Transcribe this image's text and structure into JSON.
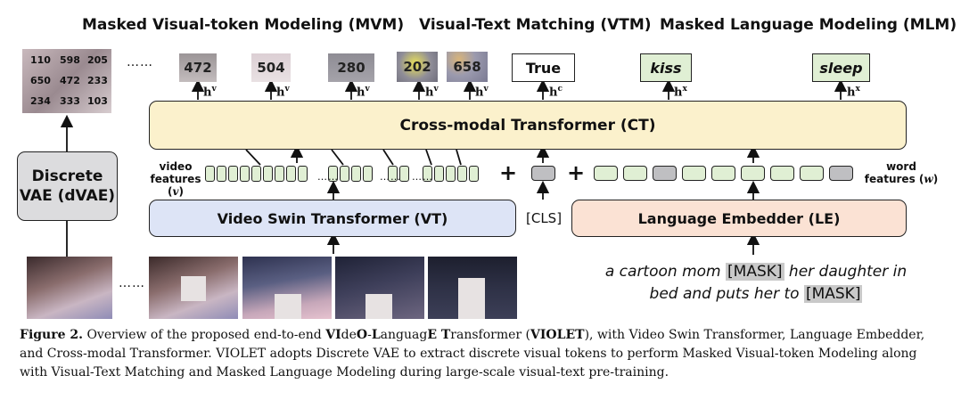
{
  "titles": {
    "mvm": "Masked Visual-token Modeling (MVM)",
    "vtm": "Visual-Text Matching (VTM)",
    "mlm": "Masked Language Modeling (MLM)"
  },
  "grid_numbers": [
    "110",
    "598",
    "205",
    "650",
    "472",
    "233",
    "234",
    "333",
    "103"
  ],
  "visual_tokens": [
    "472",
    "504",
    "280",
    "202",
    "658"
  ],
  "vtm_output": "True",
  "mlm_outputs": [
    "kiss",
    "sleep"
  ],
  "h_labels": {
    "visual": "h",
    "visual_sup": "v",
    "cls": "h",
    "cls_sup": "c",
    "word": "h",
    "word_sup": "x"
  },
  "dvae": {
    "line1": "Discrete",
    "line2": "VAE (dVAE)"
  },
  "ct_label": "Cross-modal Transformer (CT)",
  "vt_label": "Video Swin Transformer (VT)",
  "le_label": "Language Embedder (LE)",
  "cls_label": "[CLS]",
  "video_features": {
    "line1": "video",
    "line2": "features (",
    "var": "v",
    "close": ")"
  },
  "word_features": {
    "line1": "word",
    "line2": "features (",
    "var": "w",
    "close": ")"
  },
  "plus": "+",
  "ellipsis": "……",
  "caption_text": {
    "line1_a": "a cartoon mom ",
    "mask1": "[MASK]",
    "line1_b": " her daughter in",
    "line2_a": "bed and puts her to ",
    "mask2": "[MASK]"
  },
  "figure_caption": {
    "label": "Figure 2.",
    "p1": " Overview of the proposed end-to-end ",
    "b1": "VI",
    "p2": "de",
    "b2": "O",
    "p3": "-",
    "b3": "L",
    "p4": "anguag",
    "b4": "E T",
    "p5": "ransformer (",
    "b5": "VIOLET",
    "p6": "), with Video Swin Transformer, Language Embedder, and Cross-modal Transformer. ",
    "p7": "VIOLET",
    "p8": " adopts Discrete VAE to extract discrete visual tokens to perform Masked Visual-token Modeling along with Visual-Text Matching and Masked Language Modeling during large-scale visual-text pre-training."
  },
  "colors": {
    "ct_fill": "#fbf1cc",
    "vt_fill": "#dde4f6",
    "le_fill": "#fbe2d4",
    "dvae_fill": "#dcdcde",
    "word_fill": "#e0efd4",
    "mask_fill": "#bfbfc2"
  }
}
